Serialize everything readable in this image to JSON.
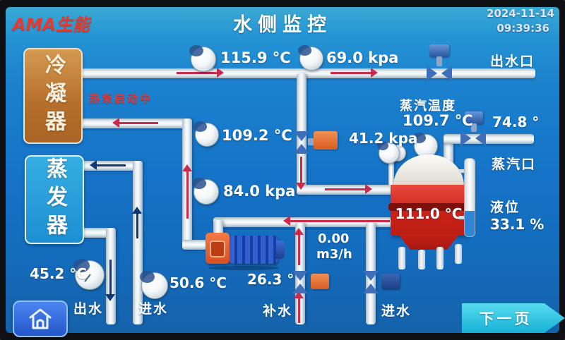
{
  "header": {
    "logo": "AMA生能",
    "title": "水侧监控",
    "date": "2024-11-14",
    "time": "09:39:36"
  },
  "status": {
    "heat_pump": "热泵启动中"
  },
  "equipment": {
    "condenser": "冷凝器",
    "evaporator": "蒸发器",
    "tank_temperature": "111.0 °C"
  },
  "readings": {
    "supply_temperature": "115.9 °C",
    "supply_pressure": "69.0 kpa",
    "return_temperature": "109.2 °C",
    "middle_pressure": "41.2 kpa",
    "pump_pressure": "84.0 kpa",
    "steam_temperature_label": "蒸汽温度",
    "steam_temperature": "109.7 °C",
    "steam_outlet_temperature": "74.8 °",
    "liquid_level_label": "液位",
    "liquid_level": "33.1 %",
    "makeup_flow": "0.00",
    "makeup_flow_unit": "m3/h",
    "makeup_temperature": "26.3 °",
    "water_out_temperature": "45.2 °C",
    "water_in_temperature": "50.6 °C"
  },
  "labels": {
    "water_outlet_port": "出水口",
    "steam_port": "蒸汽口",
    "water_out": "出水",
    "water_in_left": "进水",
    "makeup_water": "补水",
    "water_in_right": "进水"
  },
  "buttons": {
    "next_page": "下一页"
  },
  "icons": {
    "home": "house-icon"
  },
  "colors": {
    "screen_blue": "#1777c8",
    "pipe_gray": "#e9eff3",
    "flow_red": "#c92b4a",
    "flow_navy": "#0f3876",
    "tank_red": "#d52c20",
    "alert_red": "#e8392a",
    "button_cyan": "#2ec4e4",
    "home_blue": "#2f6be0"
  }
}
